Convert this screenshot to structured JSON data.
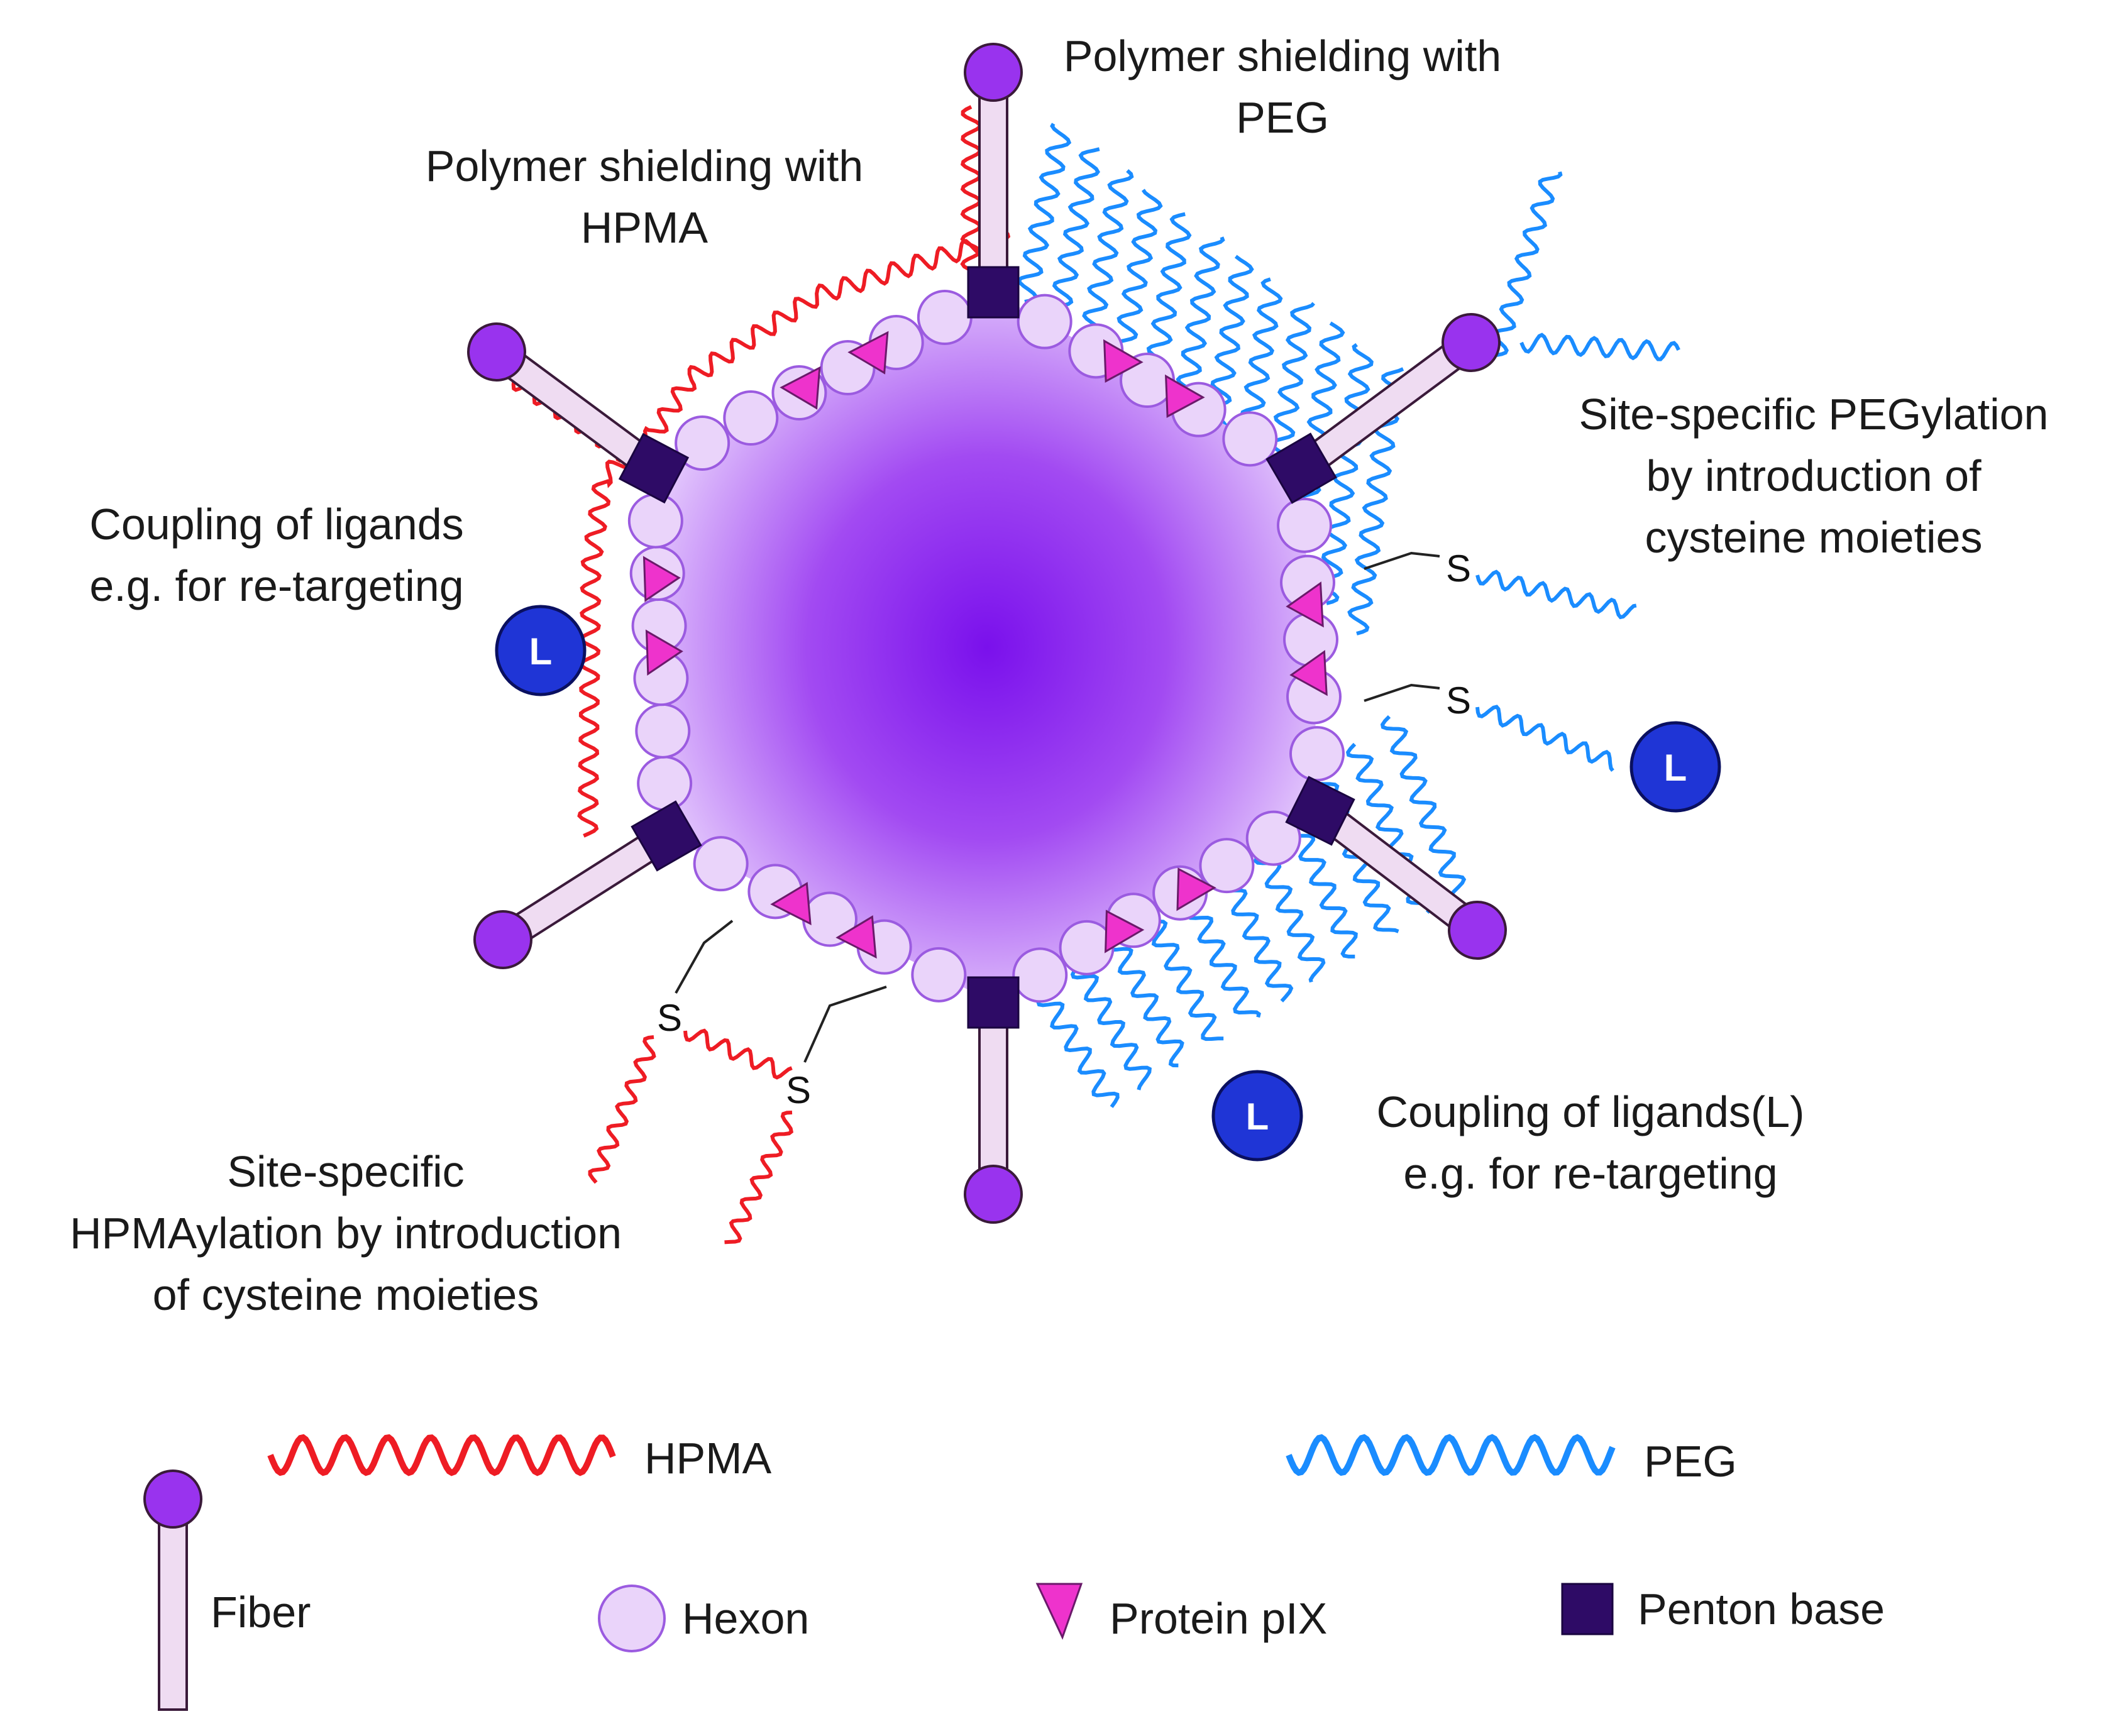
{
  "colors": {
    "hpma": "#ee1c24",
    "peg": "#1a8cff",
    "fiber_head": "#9933ee",
    "fiber_shaft": "#efdcf2",
    "hexon_fill": "#ead4fa",
    "hexon_stroke": "#9b5be0",
    "penton": "#2e0b66",
    "pix": "#ee33cc",
    "ligand": "#1f35d6",
    "core_dark": "#8a1ff0",
    "core_light": "#f4e8ff"
  },
  "annotations": {
    "peg_shielding": [
      "Polymer shielding with",
      "PEG"
    ],
    "hpma_shielding": [
      "Polymer shielding with",
      "HPMA"
    ],
    "site_pegylation": [
      "Site-specific PEGylation",
      "by introduction of",
      "cysteine moieties"
    ],
    "coupling_left": [
      "Coupling of ligands",
      "e.g. for re-targeting"
    ],
    "coupling_right": [
      "Coupling of ligands(L)",
      "e.g. for re-targeting"
    ],
    "site_hpmaylation": [
      "Site-specific",
      "HPMAylation by introduction",
      "of cysteine moieties"
    ]
  },
  "symbols": {
    "ligand_letter": "L",
    "sulfur_letter": "S"
  },
  "legend": {
    "hpma": "HPMA",
    "peg": "PEG",
    "fiber": "Fiber",
    "hexon": "Hexon",
    "pix": "Protein pIX",
    "penton": "Penton base"
  }
}
